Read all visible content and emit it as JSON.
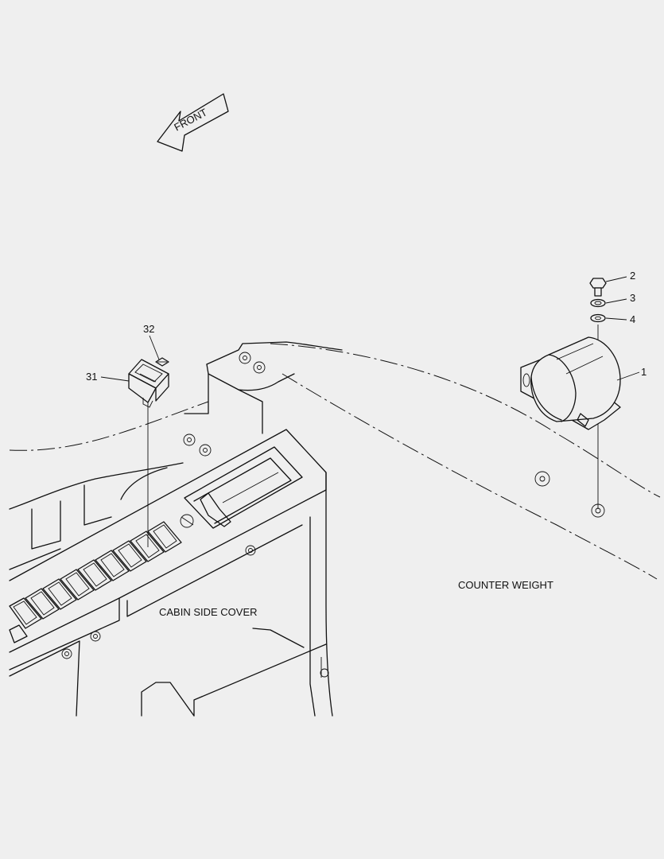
{
  "labels": {
    "front": "FRONT",
    "cabin_side_cover": "CABIN SIDE COVER",
    "counter_weight": "COUNTER WEIGHT"
  },
  "callouts": {
    "c1": "1",
    "c2": "2",
    "c3": "3",
    "c4": "4",
    "c31": "31",
    "c32": "32"
  }
}
